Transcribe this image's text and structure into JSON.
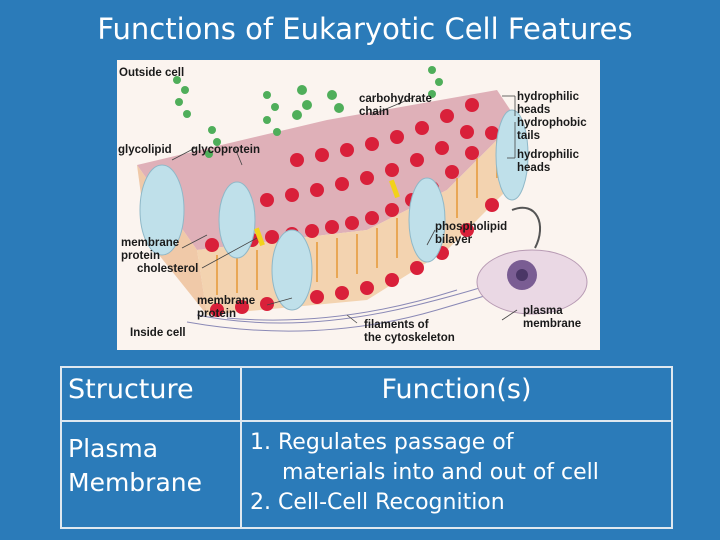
{
  "title": "Functions of Eukaryotic Cell Features",
  "figure": {
    "labels": {
      "outside_cell": "Outside cell",
      "inside_cell": "Inside cell",
      "carbohydrate_chain_1": "carbohydrate",
      "carbohydrate_chain_2": "chain",
      "glycolipid": "glycolipid",
      "glycoprotein": "glycoprotein",
      "hydrophilic_heads_1": "hydrophilic",
      "hydrophilic_heads_2": "heads",
      "hydrophobic_tails_1": "hydrophobic",
      "hydrophobic_tails_2": "tails",
      "hydrophilic_heads_b1": "hydrophilic",
      "hydrophilic_heads_b2": "heads",
      "membrane_protein_1": "membrane",
      "membrane_protein_2": "protein",
      "cholesterol": "cholesterol",
      "phospholipid_bilayer_1": "phospholipid",
      "phospholipid_bilayer_2": "bilayer",
      "membrane_protein_b1": "membrane",
      "membrane_protein_b2": "protein",
      "filaments_1": "filaments of",
      "filaments_2": "the cytoskeleton",
      "plasma_membrane_1": "plasma",
      "plasma_membrane_2": "membrane"
    },
    "colors": {
      "heads": "#d9203a",
      "tails": "#e8a046",
      "protein": "#bfe0ea",
      "carbohydrate": "#4fae5a",
      "background": "#fbf4ef"
    }
  },
  "table": {
    "headers": [
      "Structure",
      "Function(s)"
    ],
    "rows": [
      {
        "structure_line1": "Plasma",
        "structure_line2": "Membrane",
        "functions": [
          "1. Regulates passage of",
          "materials into and out of cell",
          "2. Cell-Cell Recognition"
        ]
      }
    ]
  }
}
